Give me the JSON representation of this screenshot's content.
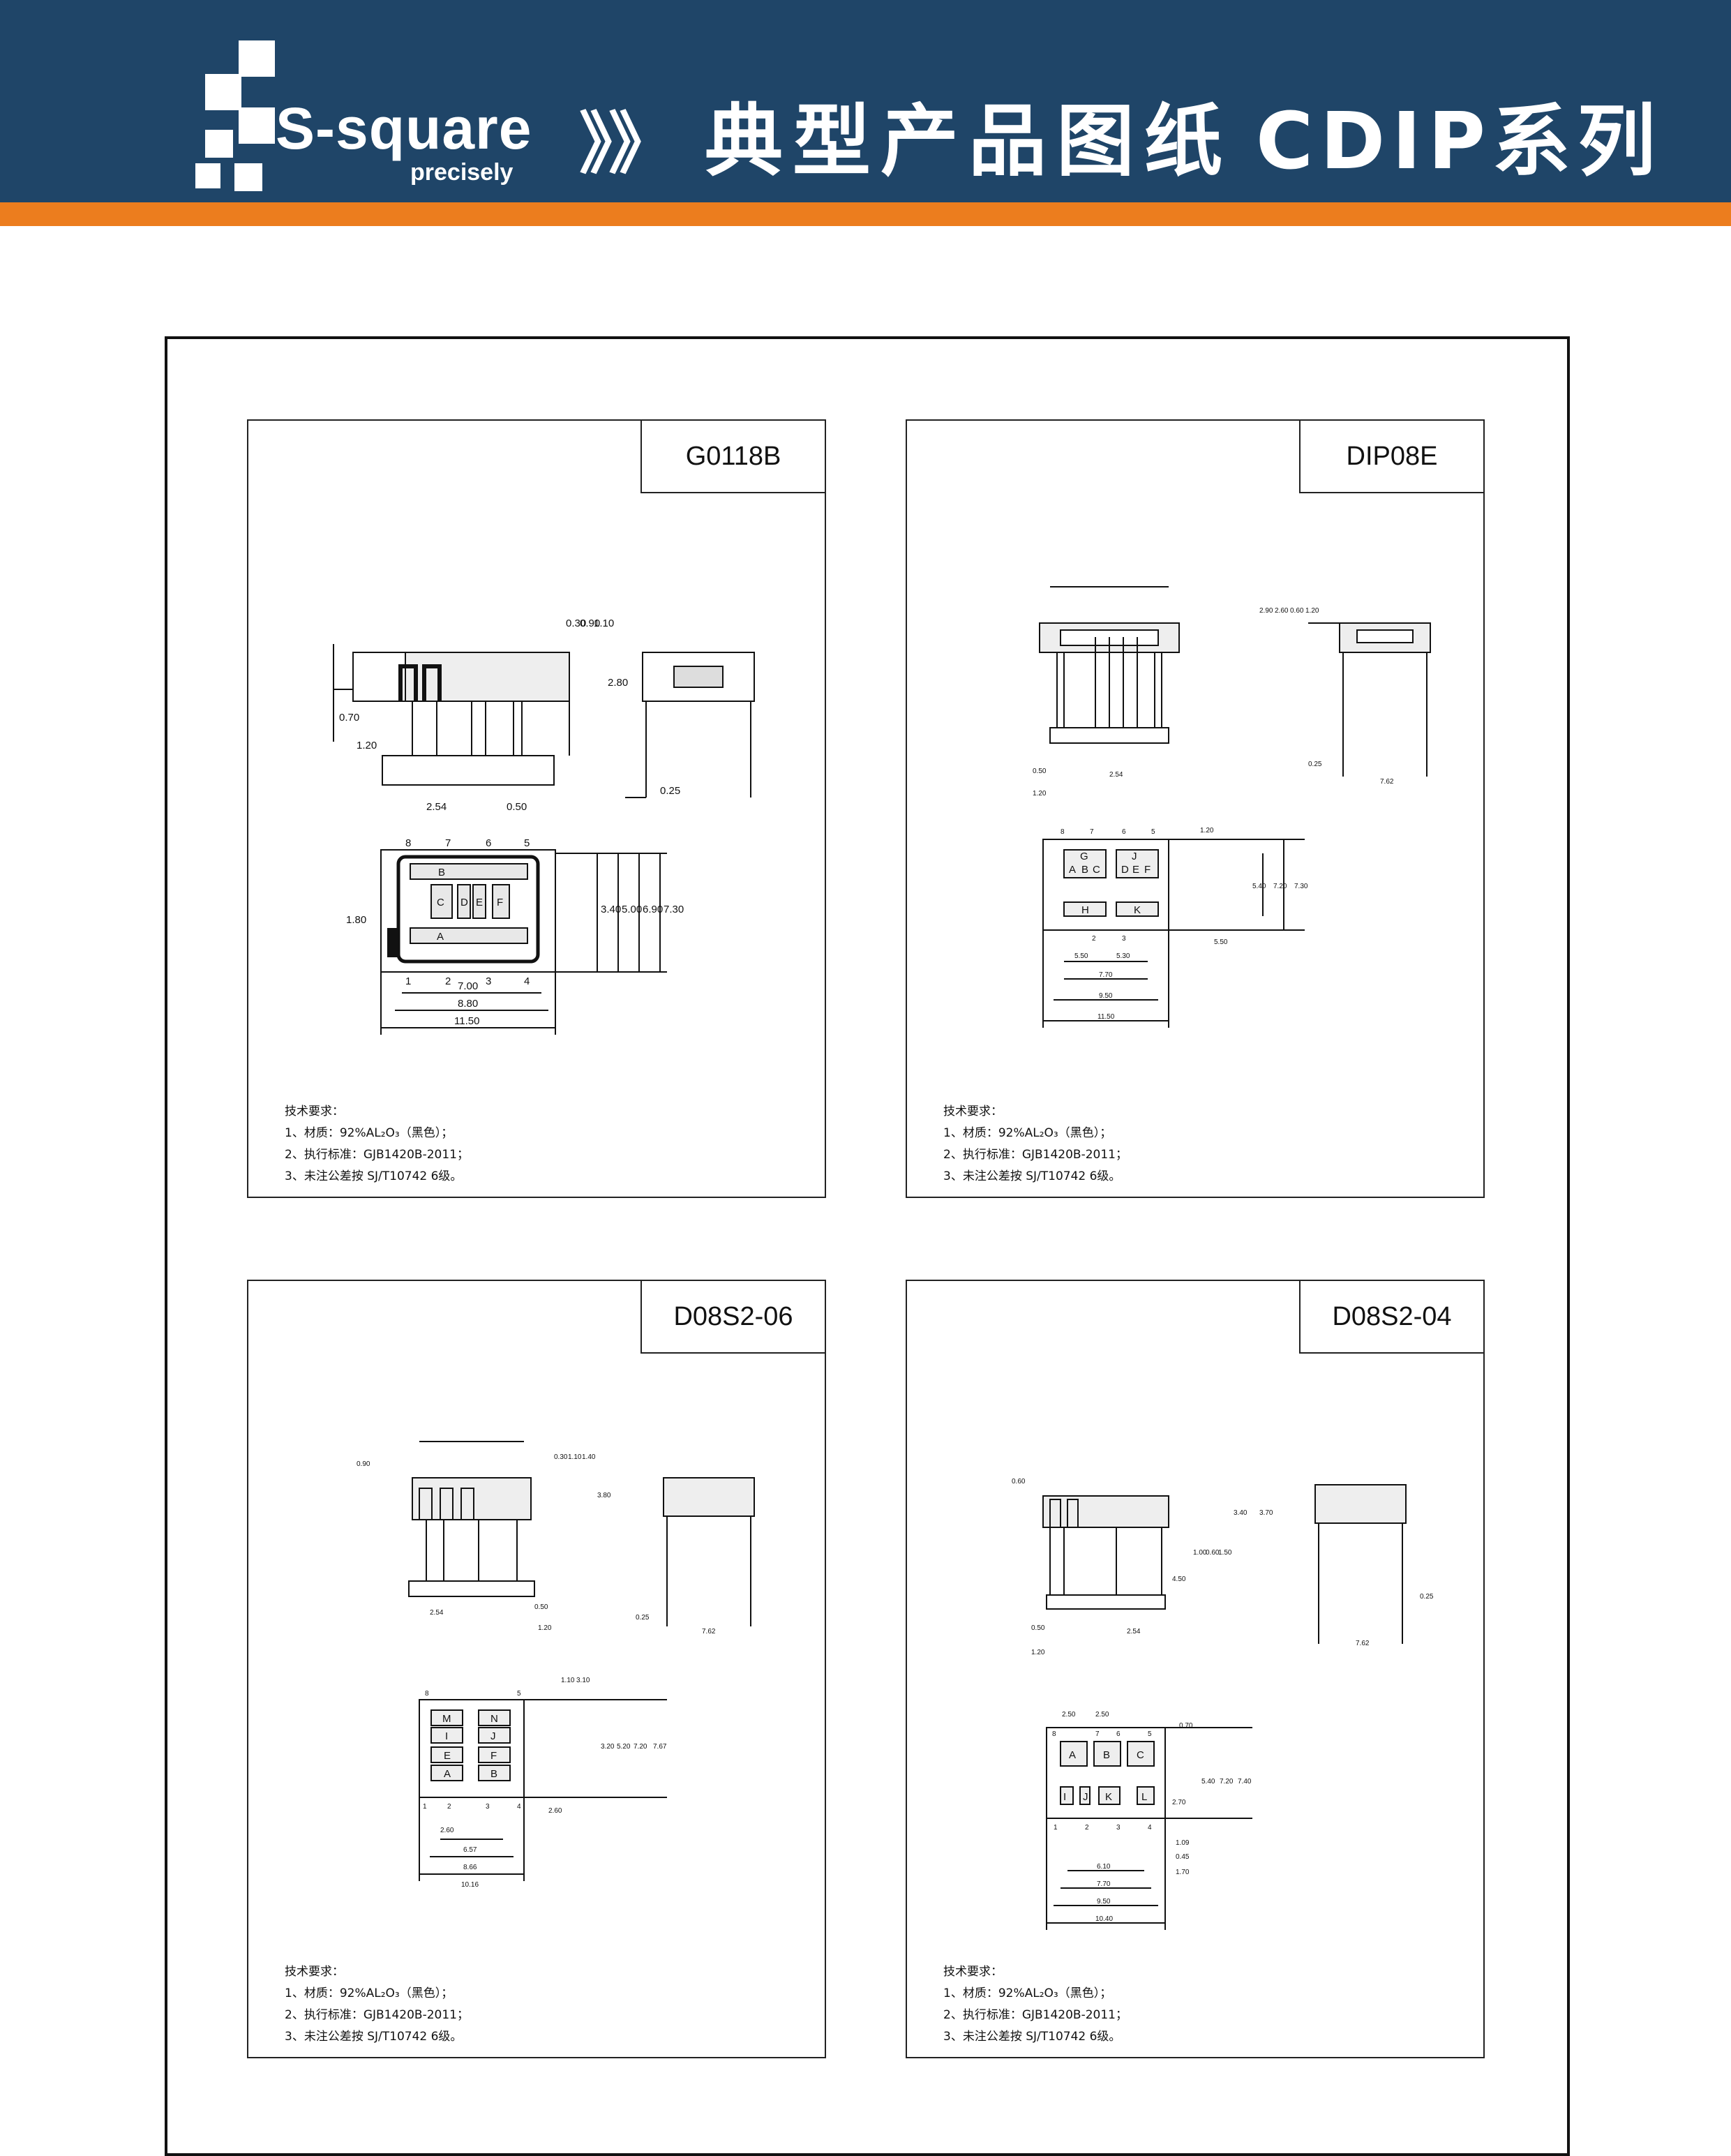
{
  "header": {
    "brand": "S-square",
    "brand_sub": "precisely",
    "arrows": "》》",
    "title": "典型产品图纸",
    "series": "CDIP系列",
    "bar_color": "#1f4568",
    "stripe_color": "#ec7d1e",
    "logo_icon": "square-blocks-logo"
  },
  "notes": {
    "heading": "技术要求：",
    "line1": "1、材质：92%AL₂O₃（黑色）；",
    "line2": "2、执行标准：GJB1420B-2011；",
    "line3": "3、未注公差按 SJ/T10742 6级。"
  },
  "panels": [
    {
      "code": "G0118B",
      "dims": [
        "0.30",
        "0.90",
        "1.10",
        "2.80",
        "0.70",
        "1.20",
        "2.54",
        "0.50",
        "0.25",
        "1.80",
        "3.40",
        "5.00",
        "6.90",
        "7.30",
        "7.00",
        "8.80",
        "11.50"
      ],
      "pads": [
        "B",
        "C",
        "D",
        "E",
        "F",
        "A"
      ],
      "pins_top": [
        "8",
        "7",
        "6",
        "5"
      ],
      "pins_bottom": [
        "1",
        "2",
        "3",
        "4"
      ]
    },
    {
      "code": "DIP08E",
      "dims": [
        "2.90",
        "2.60",
        "0.60",
        "1.20",
        "0.25",
        "7.62",
        "0.50",
        "1.20",
        "2.54",
        "1.20",
        "5.40",
        "7.20",
        "7.30",
        "5.50",
        "5.50",
        "5.30",
        "7.70",
        "9.50",
        "11.50"
      ],
      "pads": [
        "G",
        "J",
        "A",
        "B",
        "C",
        "D",
        "E",
        "F",
        "H",
        "K"
      ],
      "pins_top": [
        "8",
        "7",
        "6",
        "5"
      ],
      "pins_bottom": [
        "2",
        "3"
      ]
    },
    {
      "code": "D08S2-06",
      "dims": [
        "0.90",
        "0.30",
        "1.10",
        "1.40",
        "3.80",
        "2.54",
        "0.50",
        "1.20",
        "0.25",
        "7.62",
        "1.10",
        "3.10",
        "3.20",
        "5.20",
        "7.20",
        "7.67",
        "2.60",
        "2.60",
        "6.57",
        "8.66",
        "10.16"
      ],
      "pads": [
        "M",
        "N",
        "I",
        "J",
        "E",
        "F",
        "A",
        "B"
      ],
      "pins_top": [
        "8",
        "5"
      ],
      "pins_bottom": [
        "1",
        "2",
        "3",
        "4"
      ]
    },
    {
      "code": "D08S2-04",
      "dims": [
        "0.60",
        "3.40",
        "3.70",
        "1.00",
        "0.60",
        "1.50",
        "4.50",
        "0.50",
        "1.20",
        "2.54",
        "0.25",
        "7.62",
        "2.50",
        "2.50",
        "0.70",
        "5.40",
        "7.20",
        "7.40",
        "2.70",
        "1.09",
        "0.45",
        "1.70",
        "6.10",
        "7.70",
        "9.50",
        "10.40"
      ],
      "pads": [
        "A",
        "B",
        "C",
        "I",
        "J",
        "K",
        "L"
      ],
      "pins_top": [
        "8",
        "7",
        "6",
        "5"
      ],
      "pins_bottom": [
        "1",
        "2",
        "3",
        "4"
      ]
    }
  ]
}
